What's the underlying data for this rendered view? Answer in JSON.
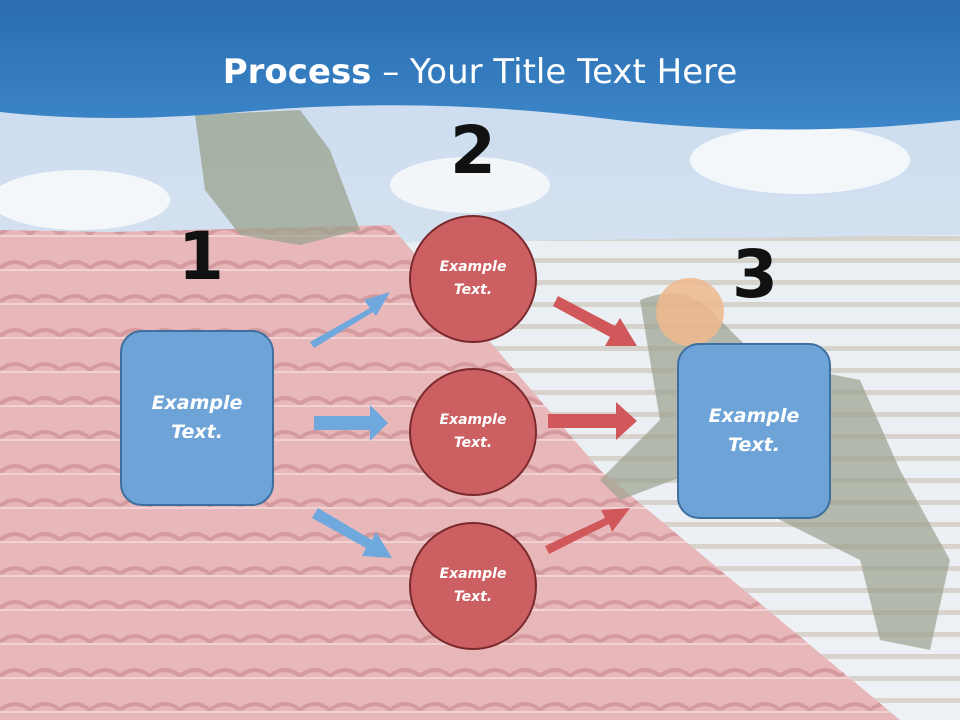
{
  "title": {
    "bold": "Process",
    "rest": " – Your Title Text Here"
  },
  "steps": {
    "one": "1",
    "two": "2",
    "three": "3"
  },
  "left_box": {
    "text": "Example\nText."
  },
  "right_box": {
    "text": "Example\nText."
  },
  "circles": [
    {
      "text": "Example\nText."
    },
    {
      "text": "Example\nText."
    },
    {
      "text": "Example\nText."
    }
  ],
  "colors": {
    "header_blue": "#2f74b5",
    "box_blue": "#6ea3d8",
    "circle_red": "#cc5f62",
    "arrow_blue": "#6fa8dc",
    "arrow_red": "#d0585b"
  }
}
